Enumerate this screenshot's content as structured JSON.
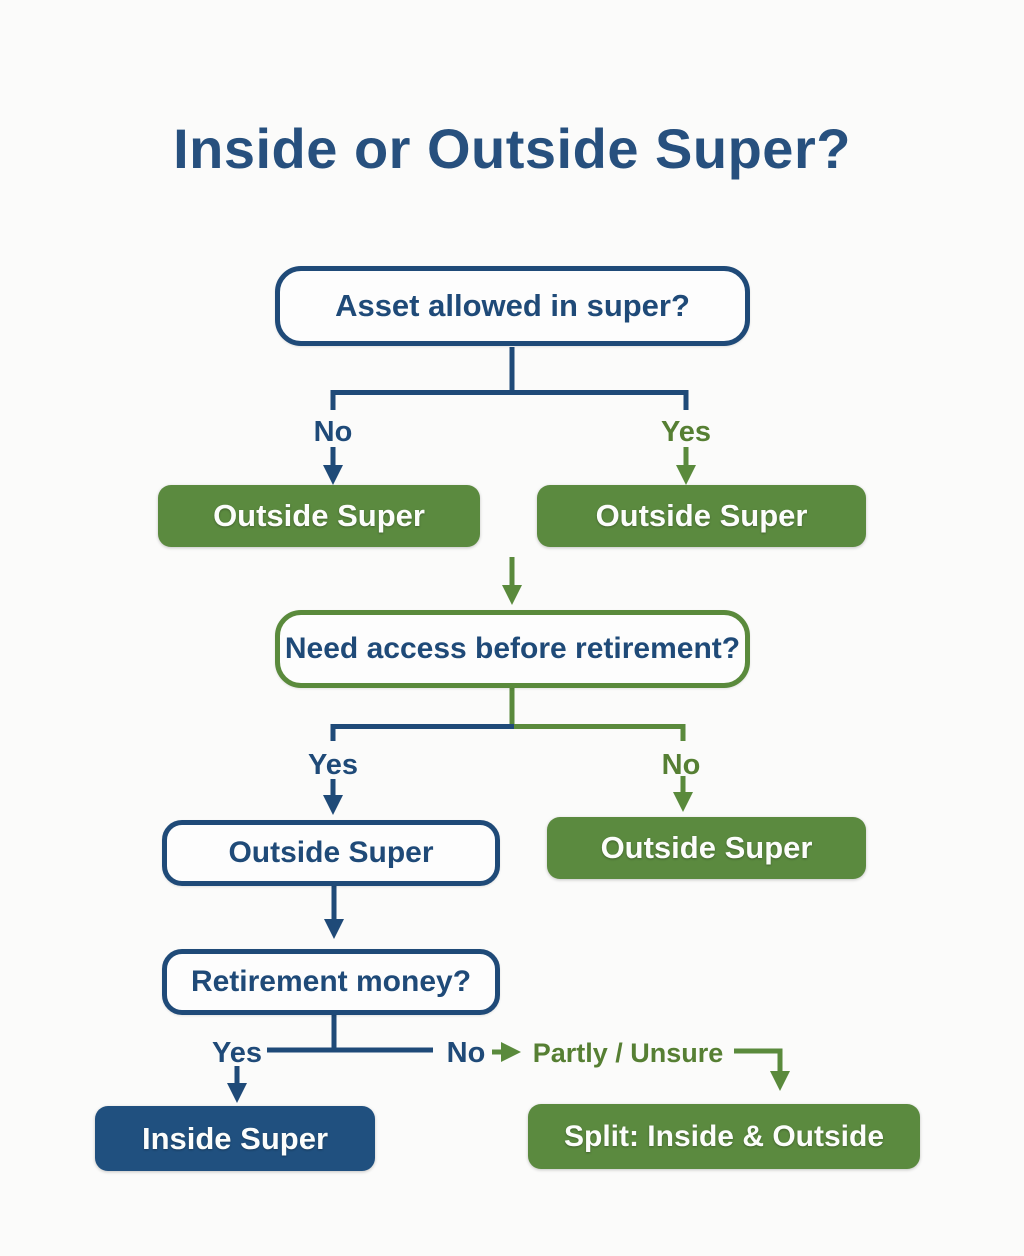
{
  "title": "Inside or Outside Super?",
  "colors": {
    "navy_line": "#1f4a78",
    "navy_fill": "#20507f",
    "green": "#5a8a3c",
    "green_fill": "#5b8a3f",
    "green_text": "#567f33",
    "background": "#fbfbfa",
    "light_text": "#fcfdfb"
  },
  "flow": {
    "q1": {
      "question": "Asset allowed in super?",
      "no_label": "No",
      "yes_label": "Yes",
      "no_result": "Outside Super",
      "yes_result": "Outside Super"
    },
    "q2": {
      "question": "Need access before retirement?",
      "yes_label": "Yes",
      "no_label": "No",
      "yes_result": "Outside Super",
      "no_result": "Outside Super"
    },
    "q3": {
      "question": "Retirement money?",
      "yes_label": "Yes",
      "no_label": "No",
      "partly_label": "Partly / Unsure",
      "yes_result": "Inside Super",
      "partly_result": "Split: Inside & Outside"
    }
  }
}
